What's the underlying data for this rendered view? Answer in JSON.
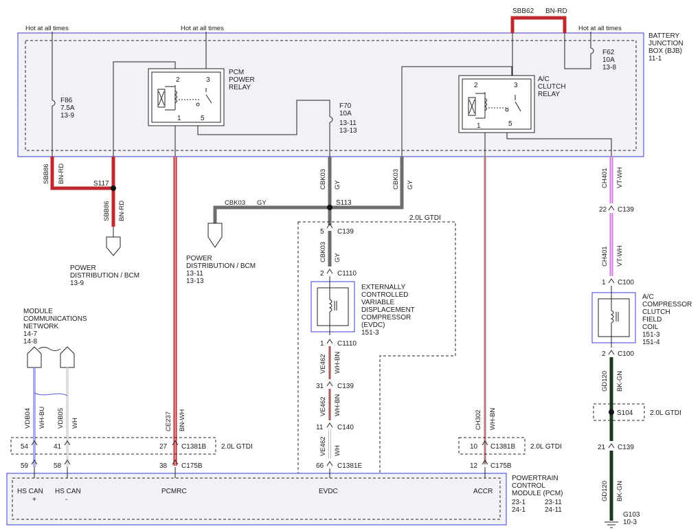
{
  "colors": {
    "bn_rd": "#c0282d",
    "gy": "#6e6e6e",
    "vt_wh": "#d07ae0",
    "bk_gn": "#1c3a1c",
    "wh_bn": "#c8a0a0",
    "module_border": "#3a3ad0"
  },
  "bjb": {
    "l1": "BATTERY",
    "l2": "JUNCTION",
    "l3": "BOX (BJB)",
    "l4": "11-1"
  },
  "hot_labels": [
    "Hot at all times",
    "Hot at all times",
    "Hot at all times"
  ],
  "sbb62": {
    "circuit": "SBB62",
    "color": "BN-RD"
  },
  "fuses": {
    "f86": {
      "name": "F86",
      "rating": "7.5A",
      "ref": "13-9"
    },
    "f70": {
      "name": "F70",
      "rating": "10A",
      "ref1": "13-11",
      "ref2": "13-13"
    },
    "f62": {
      "name": "F62",
      "rating": "10A",
      "ref": "13-8"
    }
  },
  "pcm_relay": {
    "l1": "PCM",
    "l2": "POWER",
    "l3": "RELAY",
    "pins": [
      "2",
      "3",
      "1",
      "5"
    ]
  },
  "ac_relay": {
    "l1": "A/C",
    "l2": "CLUTCH",
    "l3": "RELAY",
    "pins": [
      "2",
      "3",
      "1",
      "5"
    ]
  },
  "splices": {
    "s117": "S117",
    "s113": "S113",
    "s104": "S104"
  },
  "wires": {
    "sbb86a": {
      "circuit": "SBB86",
      "color": "BN-RD"
    },
    "sbb86b": {
      "circuit": "SBB86",
      "color": "BN-RD"
    },
    "cbk03_left": {
      "circuit": "CBK03",
      "color": "GY"
    },
    "cbk03_up": {
      "circuit": "CBK03",
      "color": "GY"
    },
    "cbk03_right": {
      "circuit": "CBK03",
      "color": "GY"
    },
    "cbk03_down": {
      "circuit": "CBK03",
      "color": "GY"
    },
    "ch401a": {
      "circuit": "CH401",
      "color": "VT-WH"
    },
    "ch401b": {
      "circuit": "CH401",
      "color": "VT-WH"
    },
    "ve462a": {
      "circuit": "VE462",
      "color": "WH-BN"
    },
    "ve462b": {
      "circuit": "VE462",
      "color": "WH-BN"
    },
    "ve462c": {
      "circuit": "VE462",
      "color": "WH"
    },
    "vdb04": {
      "circuit": "VDB04",
      "color": "WH-BU"
    },
    "vdb05": {
      "circuit": "VDB05",
      "color": "WH"
    },
    "ce237": {
      "circuit": "CE237",
      "color": "BN-WH"
    },
    "ch302": {
      "circuit": "CH302",
      "color": "WH-BN"
    },
    "gd120a": {
      "circuit": "GD120",
      "color": "BK-GN"
    },
    "gd120b": {
      "circuit": "GD120",
      "color": "BK-GN"
    }
  },
  "power_dist_1": {
    "l1": "POWER",
    "l2": "DISTRIBUTION / BCM",
    "l3": "13-9"
  },
  "power_dist_2": {
    "l1": "POWER",
    "l2": "DISTRIBUTION / BCM",
    "l3": "13-11",
    "l4": "13-13"
  },
  "mcn": {
    "l1": "MODULE",
    "l2": "COMMUNICATIONS",
    "l3": "NETWORK",
    "l4": "14-7",
    "l5": "14-8"
  },
  "evdc": {
    "l1": "EXTERNALLY",
    "l2": "CONTROLLED",
    "l3": "VARIABLE",
    "l4": "DISPLACEMENT",
    "l5": "COMPRESSOR",
    "l6": "(EVDC)",
    "l7": "151-3"
  },
  "acc": {
    "l1": "A/C",
    "l2": "COMPRESSOR",
    "l3": "CLUTCH",
    "l4": "FIELD",
    "l5": "COIL",
    "l6": "151-3",
    "l7": "151-4"
  },
  "gtdi": {
    "label": "2.0L GTDI"
  },
  "connectors": {
    "c139_5": {
      "pin": "5",
      "name": "C139"
    },
    "c1110_2": {
      "pin": "2",
      "name": "C1110"
    },
    "c1110_1": {
      "pin": "1",
      "name": "C1110"
    },
    "c139_31": {
      "pin": "31",
      "name": "C139"
    },
    "c140_11": {
      "pin": "11",
      "name": "C140"
    },
    "c1381e_66": {
      "pin": "66",
      "name": "C1381E"
    },
    "c139_22": {
      "pin": "22",
      "name": "C139"
    },
    "c100_1": {
      "pin": "1",
      "name": "C100"
    },
    "c100_2": {
      "pin": "2",
      "name": "C100"
    },
    "c139_21": {
      "pin": "21",
      "name": "C139"
    },
    "c1381b_left": {
      "pin_a": "54",
      "pin_b": "41",
      "pin_c": "27",
      "name": "C1381B"
    },
    "c1381b_right": {
      "pin": "10",
      "name": "C1381B"
    },
    "c175b": {
      "pin_a": "59",
      "pin_b": "58",
      "pin_c": "38",
      "name": "C175B",
      "pin_d": "12",
      "name2": "C175B"
    }
  },
  "pcm": {
    "title1": "POWERTRAIN",
    "title2": "CONTROL",
    "title3": "MODULE (PCM)",
    "ref1": "23-1",
    "ref2": "23-11",
    "ref3": "24-1",
    "ref4": "24-11",
    "pins": {
      "hscan1": "HS CAN",
      "hscan1_sign": "+",
      "hscan2": "HS CAN",
      "hscan2_sign": "-",
      "pcmrc": "PCMRC",
      "evdc": "EVDC",
      "accr": "ACCR"
    }
  },
  "ground": {
    "name": "G103",
    "ref": "10-3"
  }
}
